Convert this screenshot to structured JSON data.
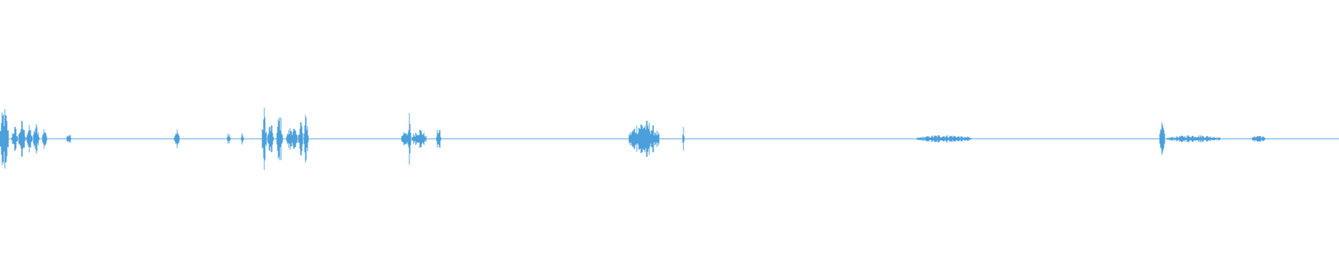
{
  "waveform": {
    "color": "#4a9fdc",
    "background": "#ffffff",
    "bursts": [
      {
        "at": 0.0,
        "span": 0.006,
        "amp": 0.12
      },
      {
        "at": 0.009,
        "span": 0.004,
        "amp": 0.05
      },
      {
        "at": 0.014,
        "span": 0.005,
        "amp": 0.07
      },
      {
        "at": 0.02,
        "span": 0.004,
        "amp": 0.05
      },
      {
        "at": 0.025,
        "span": 0.004,
        "amp": 0.06
      },
      {
        "at": 0.032,
        "span": 0.003,
        "amp": 0.05
      },
      {
        "at": 0.05,
        "span": 0.003,
        "amp": 0.03
      },
      {
        "at": 0.13,
        "span": 0.004,
        "amp": 0.04
      },
      {
        "at": 0.17,
        "span": 0.002,
        "amp": 0.03
      },
      {
        "at": 0.18,
        "span": 0.002,
        "amp": 0.03
      },
      {
        "at": 0.196,
        "span": 0.003,
        "amp": 0.12
      },
      {
        "at": 0.2,
        "span": 0.004,
        "amp": 0.06
      },
      {
        "at": 0.207,
        "span": 0.004,
        "amp": 0.1
      },
      {
        "at": 0.214,
        "span": 0.008,
        "amp": 0.05
      },
      {
        "at": 0.223,
        "span": 0.003,
        "amp": 0.09
      },
      {
        "at": 0.227,
        "span": 0.003,
        "amp": 0.1
      },
      {
        "at": 0.3,
        "span": 0.006,
        "amp": 0.04
      },
      {
        "at": 0.305,
        "span": 0.002,
        "amp": 0.12
      },
      {
        "at": 0.308,
        "span": 0.01,
        "amp": 0.04
      },
      {
        "at": 0.326,
        "span": 0.003,
        "amp": 0.05
      },
      {
        "at": 0.47,
        "span": 0.022,
        "amp": 0.07
      },
      {
        "at": 0.51,
        "span": 0.001,
        "amp": 0.05
      },
      {
        "at": 0.685,
        "span": 0.04,
        "amp": 0.015
      },
      {
        "at": 0.72,
        "span": 0.005,
        "amp": 0.01
      },
      {
        "at": 0.866,
        "span": 0.004,
        "amp": 0.06
      },
      {
        "at": 0.872,
        "span": 0.04,
        "amp": 0.015
      },
      {
        "at": 0.935,
        "span": 0.01,
        "amp": 0.015
      }
    ]
  }
}
